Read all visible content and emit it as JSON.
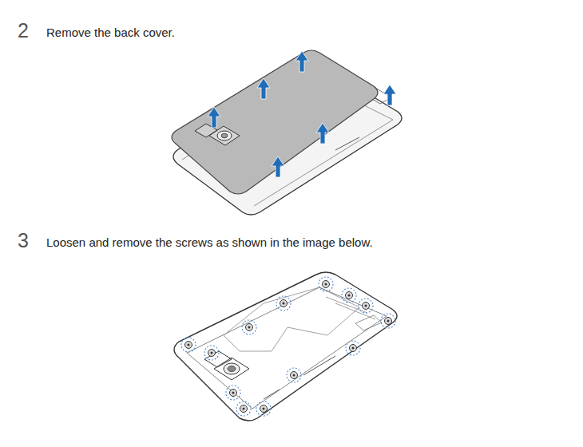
{
  "diagram": {
    "labels": [
      "2",
      "Remove the back cover.",
      "3",
      "Loosen and remove the screws as shown in the image below."
    ]
  }
}
